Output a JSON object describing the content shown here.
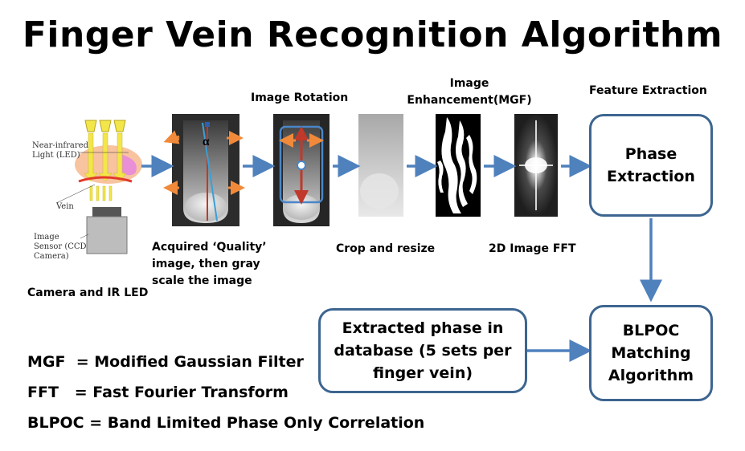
{
  "title": "Finger Vein Recognition Algorithm",
  "steps": {
    "camera_label": "Camera and IR LED",
    "camera_parts": {
      "led": "Near-infrared Light (LED)",
      "vein": "Vein",
      "sensor": "Image Sensor (CCD Camera)"
    },
    "acquired_label": "Acquired ‘Quality’ image, then gray scale the image",
    "alpha_symbol": "α",
    "rotation_label": "Image Rotation",
    "crop_label": "Crop and resize",
    "enhancement_label": "Image Enhancement(MGF)",
    "fft_label": "2D Image FFT",
    "feature_label": "Feature Extraction"
  },
  "boxes": {
    "phase_extraction": "Phase Extraction",
    "blpoc": "BLPOC Matching Algorithm",
    "database": "Extracted phase in database (5 sets per finger vein)"
  },
  "legend": [
    "MGF  = Modified Gaussian Filter",
    "FFT   = Fast Fourier Transform",
    "BLPOC = Band Limited Phase Only Correlation"
  ],
  "colors": {
    "arrow": "#4f81bd",
    "box_border": "#3d6590",
    "rotation_frame": "#4a86c8",
    "rotation_arrow": "#c0392b",
    "led_yellow": "#f2e64a",
    "orange": "#f08a3a"
  }
}
